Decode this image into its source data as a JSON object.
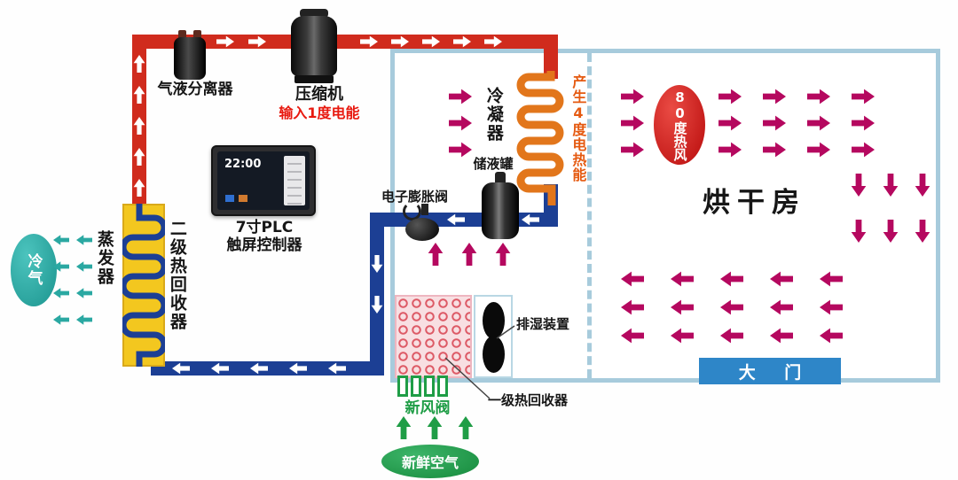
{
  "labels": {
    "separator": "气液分离器",
    "compressor": "压缩机",
    "input_energy": "输入1度电能",
    "plc_line1": "7寸PLC",
    "plc_line2": "触屏控制器",
    "plc_time": "22:00",
    "evaporator": "蒸发器",
    "secondary_recovery": "二级热回收器",
    "cold_air": "冷气",
    "condenser": "冷凝器",
    "heat_energy": "产生4度电热能",
    "tank": "储液罐",
    "expansion_valve": "电子膨胀阀",
    "dehumidifier": "排湿装置",
    "primary_recovery": "一级热回收器",
    "fresh_air_valve": "新风阀",
    "fresh_air": "新鲜空气",
    "drying_room": "烘干房",
    "hot_air": "80度热风",
    "door": "大 门"
  },
  "colors": {
    "pipe_hot": "#d02b1d",
    "pipe_cold": "#1c3f94",
    "airflow_arrow": "#b5085f",
    "cold_air": "#2aa8a2",
    "fresh_air": "#1f9d46",
    "heat_coil": "#e2761b",
    "recovery_box": "#f3c71f",
    "enclosure": "#a7cbdc",
    "door": "#2e86c8",
    "hot_air": "#d11414",
    "energy_text": "#e8190f",
    "heat_text": "#e55a11"
  }
}
